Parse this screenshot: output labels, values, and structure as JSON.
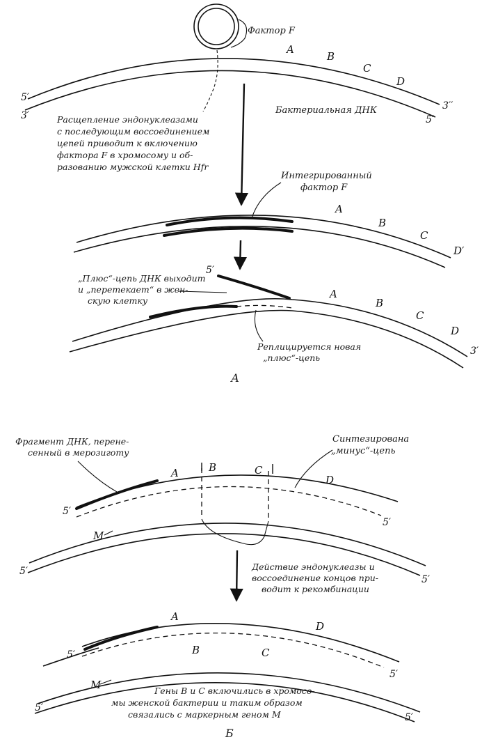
{
  "panel_a": {
    "factor_f_label": "Фактор F",
    "genes": [
      "A",
      "B",
      "C",
      "D"
    ],
    "end_5": "5′",
    "end_3": "3′",
    "end_3_marked": "3′′",
    "bacterial_dna": "Бактериальная ДНК",
    "cleavage_text": [
      "Расщепление эндонуклеазами",
      "с последующим воссоединением",
      "цепей приводит к включению",
      "фактора F в хромосому и об-",
      "разованию мужской клетки Hfr"
    ],
    "integrated_f": [
      "Интегрированный",
      "фактор F"
    ],
    "gene_d_marked": "D′",
    "plus_strand_text": [
      "„Плюс“-цепь ДНК выходит",
      "и „перетекает“ в жен-",
      "скую клетку"
    ],
    "replicated_text": [
      "Реплицируется новая",
      "„плюс“-цепь"
    ],
    "panel_label": "А"
  },
  "panel_b": {
    "fragment_text": [
      "Фрагмент ДНК, перене-",
      "сенный в мерозиготу"
    ],
    "synth_text": [
      "Синтезирована",
      "„минус“-цепь"
    ],
    "genes": [
      "A",
      "B",
      "C",
      "D"
    ],
    "marker": "M",
    "end_5": "5′",
    "endonuclease_text": [
      "Действие эндонуклеазы и",
      "воссоединение концов при-",
      "водит к рекомбинации"
    ],
    "result_text": [
      "Гены В и С включились в хромосо-",
      "мы женской бактерии и таким образом",
      "связались с маркерным геном М"
    ],
    "panel_label": "Б"
  }
}
